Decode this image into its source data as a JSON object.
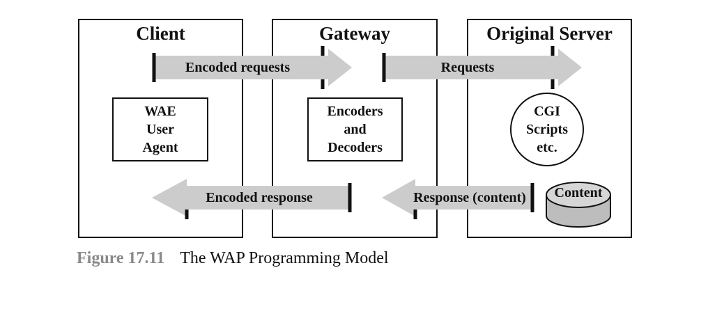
{
  "columns": {
    "client": "Client",
    "gateway": "Gateway",
    "server": "Original Server"
  },
  "boxes": {
    "user_agent": [
      "WAE",
      "User",
      "Agent"
    ],
    "encoders": [
      "Encoders",
      "and",
      "Decoders"
    ],
    "cgi": [
      "CGI",
      "Scripts",
      "etc."
    ],
    "content": "Content"
  },
  "arrows": {
    "encoded_requests": "Encoded requests",
    "requests": "Requests",
    "encoded_response": "Encoded response",
    "response_content": "Response (content)"
  },
  "caption": {
    "number": "Figure 17.11",
    "title": "The WAP Programming Model"
  },
  "colors": {
    "arrow_fill": "#cccccc",
    "stroke": "#111111",
    "caption_number": "#8a8a8a"
  }
}
